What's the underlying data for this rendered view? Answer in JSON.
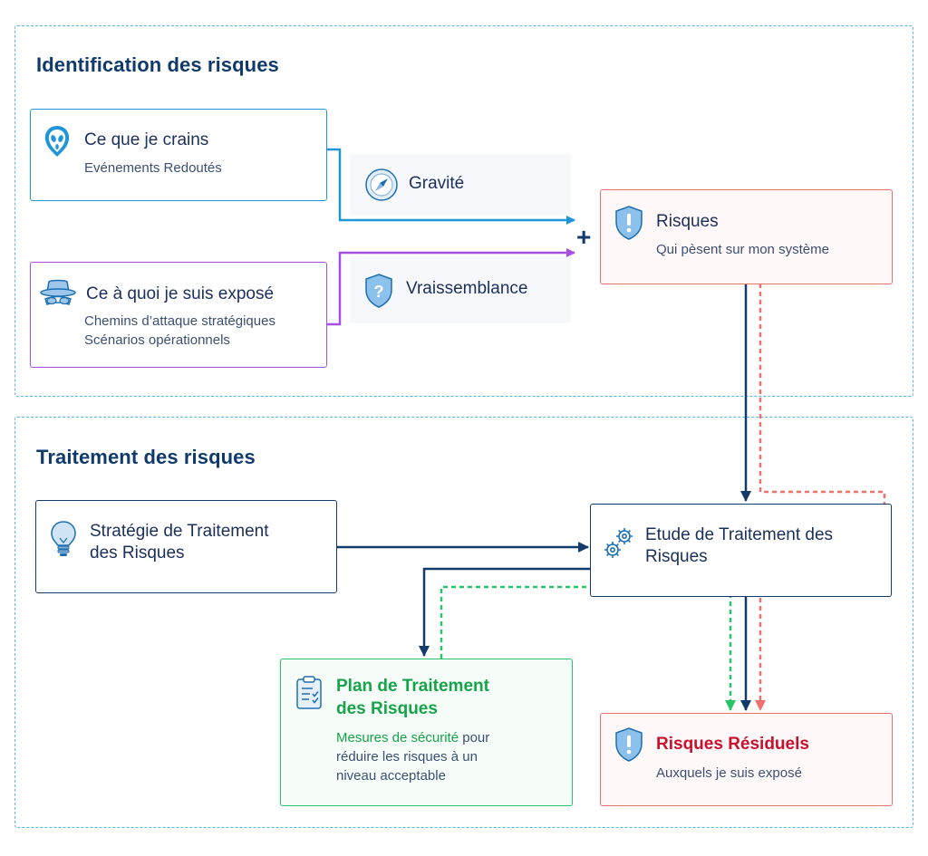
{
  "identification": {
    "title": "Identification des risques",
    "crains": {
      "title": "Ce que je crains",
      "sub": "Evénements Redoutés"
    },
    "expose": {
      "title": "Ce à quoi je suis exposé",
      "sub1": "Chemins d’attaque stratégiques",
      "sub2": "Scénarios opérationnels"
    },
    "gravite": "Gravité",
    "vraisemblance": "Vraissemblance",
    "plus": "+",
    "risques": {
      "title": "Risques",
      "sub": "Qui pèsent sur mon système"
    }
  },
  "traitement": {
    "title": "Traitement des risques",
    "strategie": {
      "line1": "Stratégie de Traitement",
      "line2": "des Risques"
    },
    "etude": {
      "line1": "Etude de Traitement des",
      "line2": "Risques"
    },
    "plan": {
      "line1": "Plan de Traitement",
      "line2": "des Risques",
      "sub_highlight": "Mesures de sécurité",
      "sub_rest": " pour",
      "sub2": "réduire les risques à un",
      "sub3": "niveau acceptable"
    },
    "residuels": {
      "title": "Risques Résiduels",
      "sub": "Auxquels je suis exposé"
    }
  },
  "colors": {
    "blue": "#1e96d8",
    "purple": "#a64fe0",
    "navy": "#123a6b",
    "red": "#ef6f6c",
    "green": "#27c46a",
    "redText": "#c8102e",
    "greenText": "#16a34a"
  },
  "icons": [
    "ghost-mask-icon",
    "spy-hat-icon",
    "compass-icon",
    "shield-question-icon",
    "shield-exclamation-icon",
    "lightbulb-icon",
    "gears-icon",
    "clipboard-icon"
  ]
}
